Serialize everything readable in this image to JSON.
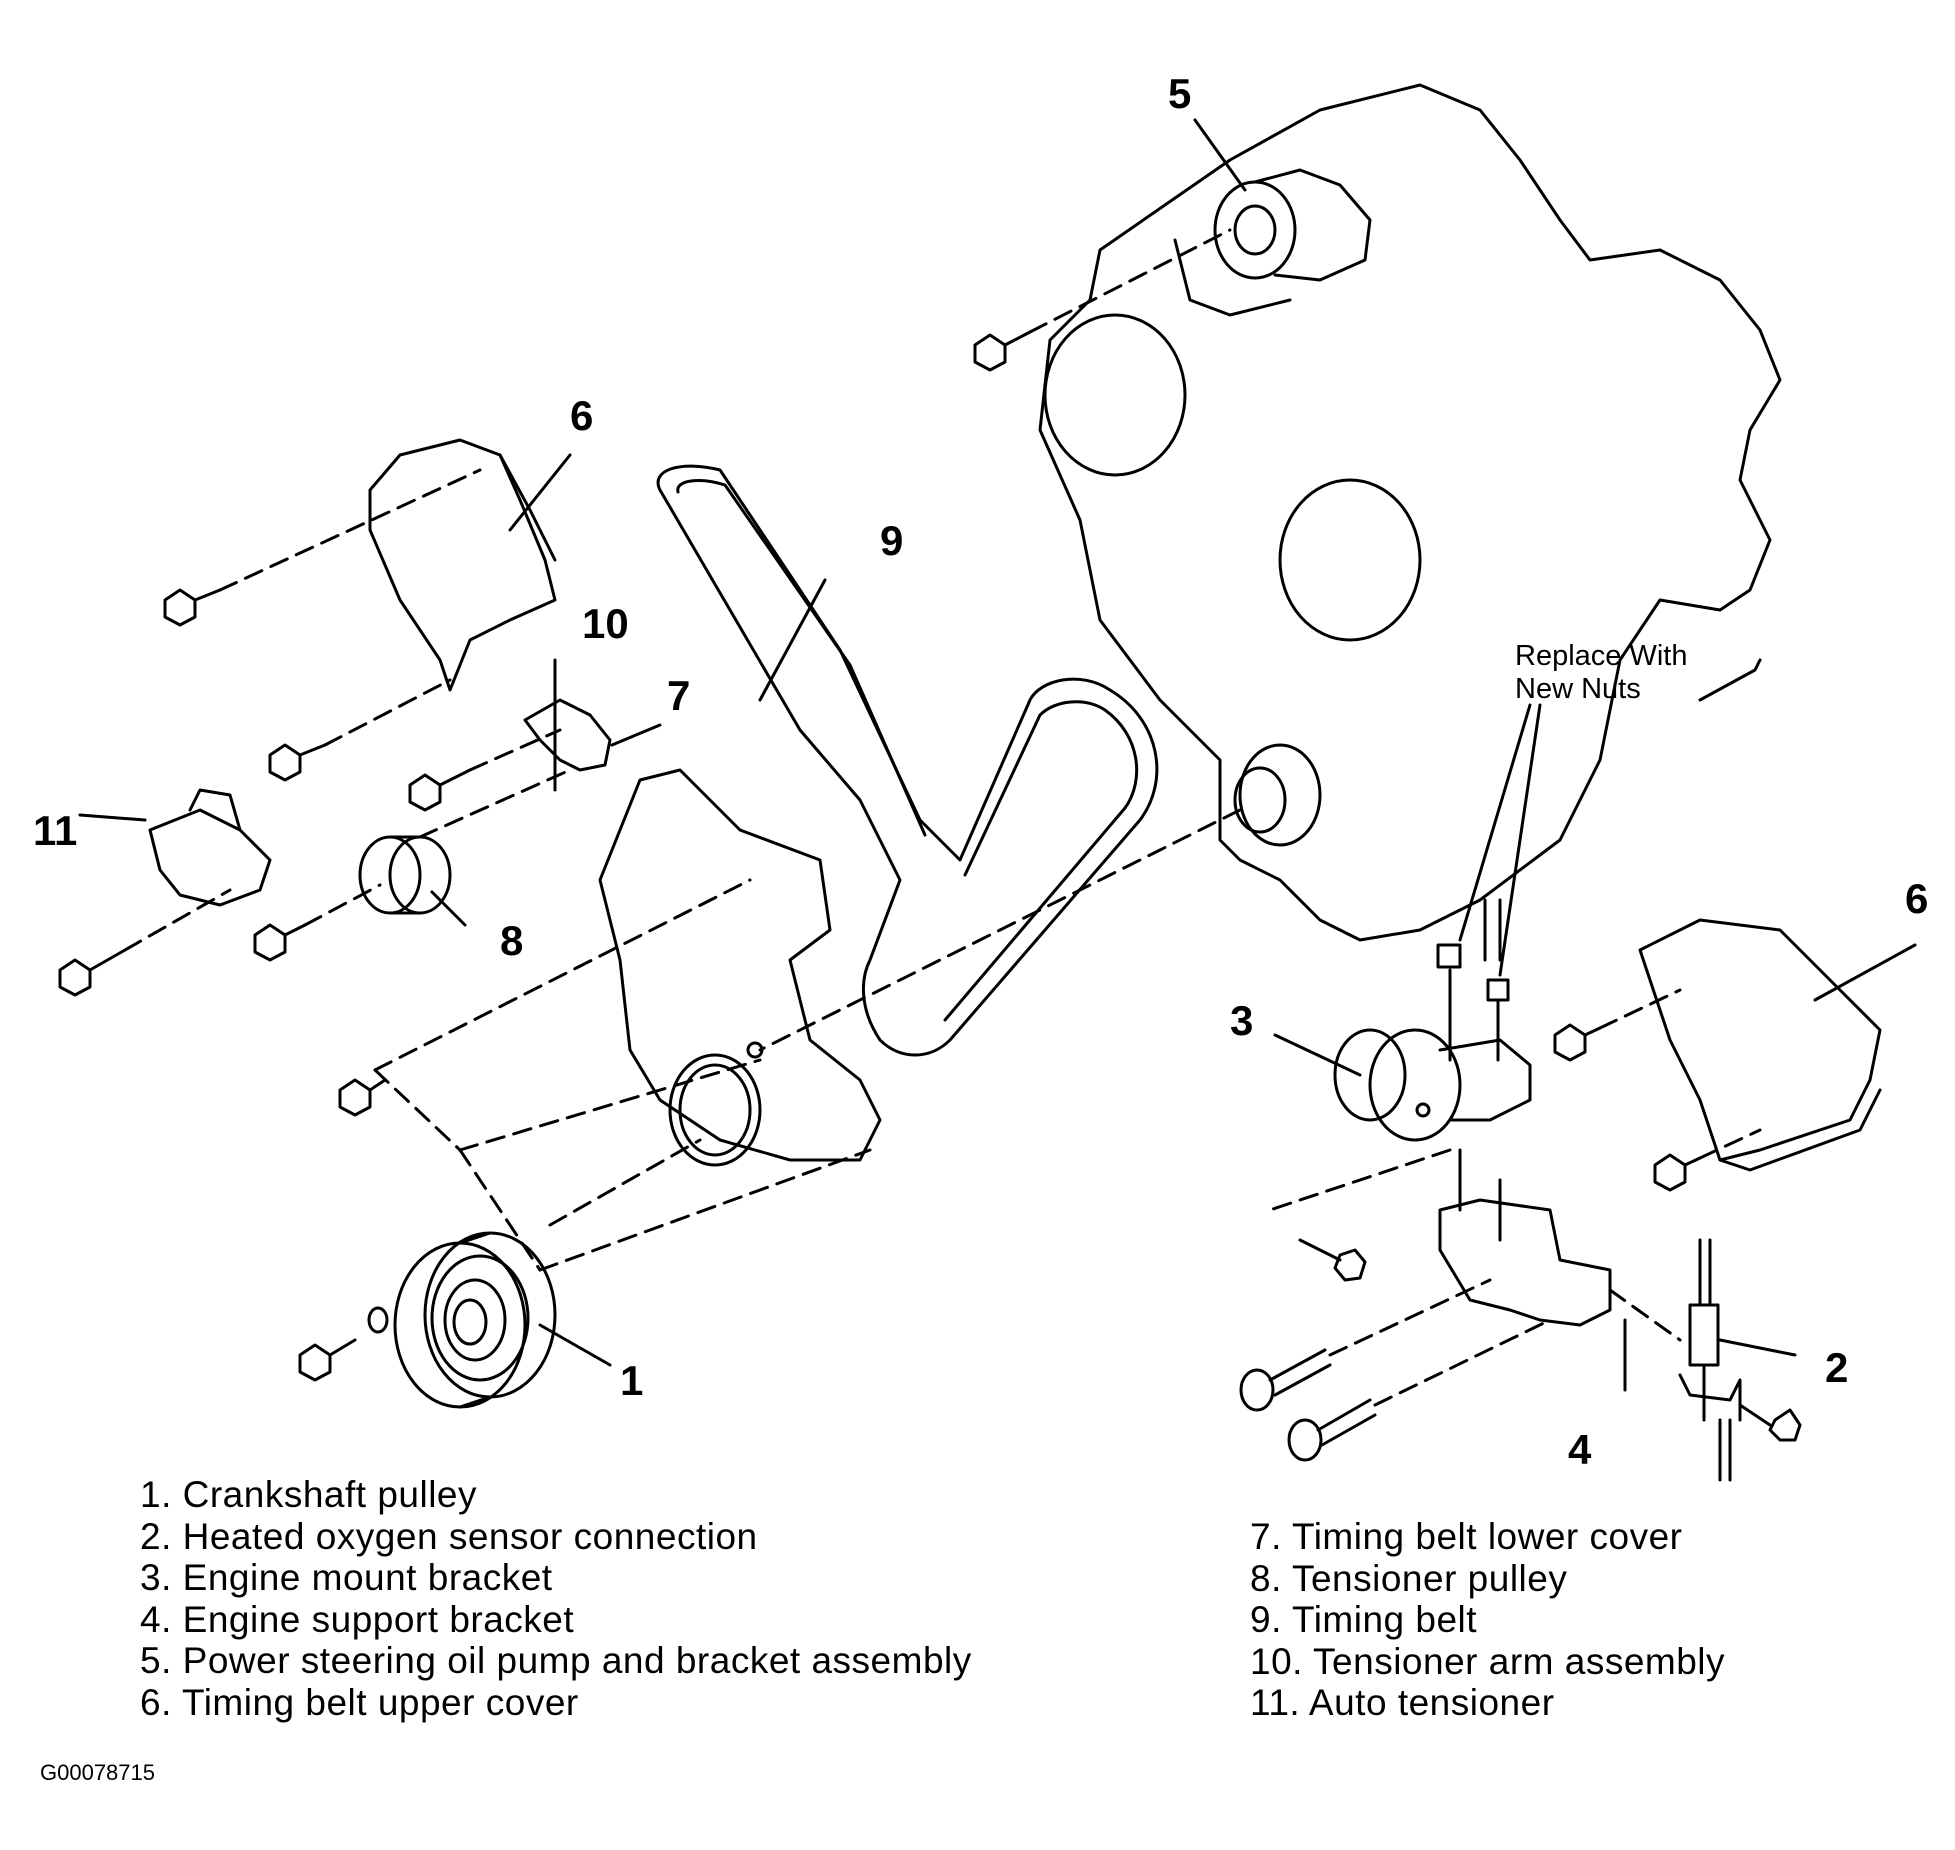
{
  "callouts": {
    "c1": "1",
    "c2": "2",
    "c3": "3",
    "c4": "4",
    "c5": "5",
    "c6_left": "6",
    "c6_right": "6",
    "c7": "7",
    "c8": "8",
    "c9": "9",
    "c10": "10",
    "c11": "11"
  },
  "note": {
    "line1": "Replace With",
    "line2": "New Nuts"
  },
  "legend": {
    "left": [
      "1. Crankshaft pulley",
      "2. Heated oxygen sensor connection",
      "3. Engine mount bracket",
      "4. Engine support bracket",
      "5. Power steering oil pump and bracket assembly",
      "6. Timing belt upper cover"
    ],
    "right": [
      "7. Timing belt lower cover",
      "8. Tensioner pulley",
      "9. Timing belt",
      "10. Tensioner arm assembly",
      "11. Auto tensioner"
    ]
  },
  "figure_id": "G00078715"
}
